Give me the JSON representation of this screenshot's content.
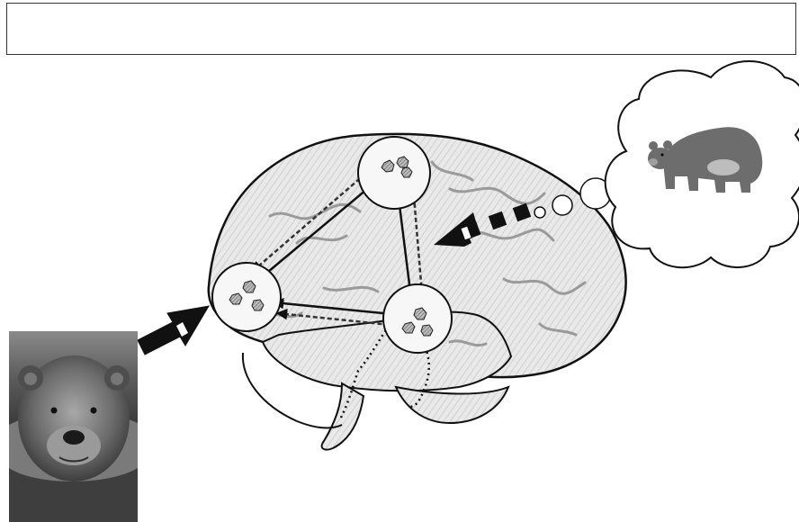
{
  "title_box": {
    "text": ""
  },
  "icons": {
    "bear_photo": "grizzly-bear-photo",
    "thought_bubble": "thought-bubble-bear",
    "brain": "brain-illustration"
  },
  "colors": {
    "brain_fill": "#e6e6e6",
    "brain_stroke": "#111111",
    "node_fill": "#f7f7f7",
    "bear_cartoon": "#6d6d6d",
    "bear_belly": "#bdbdbd",
    "arrow": "#111111"
  }
}
